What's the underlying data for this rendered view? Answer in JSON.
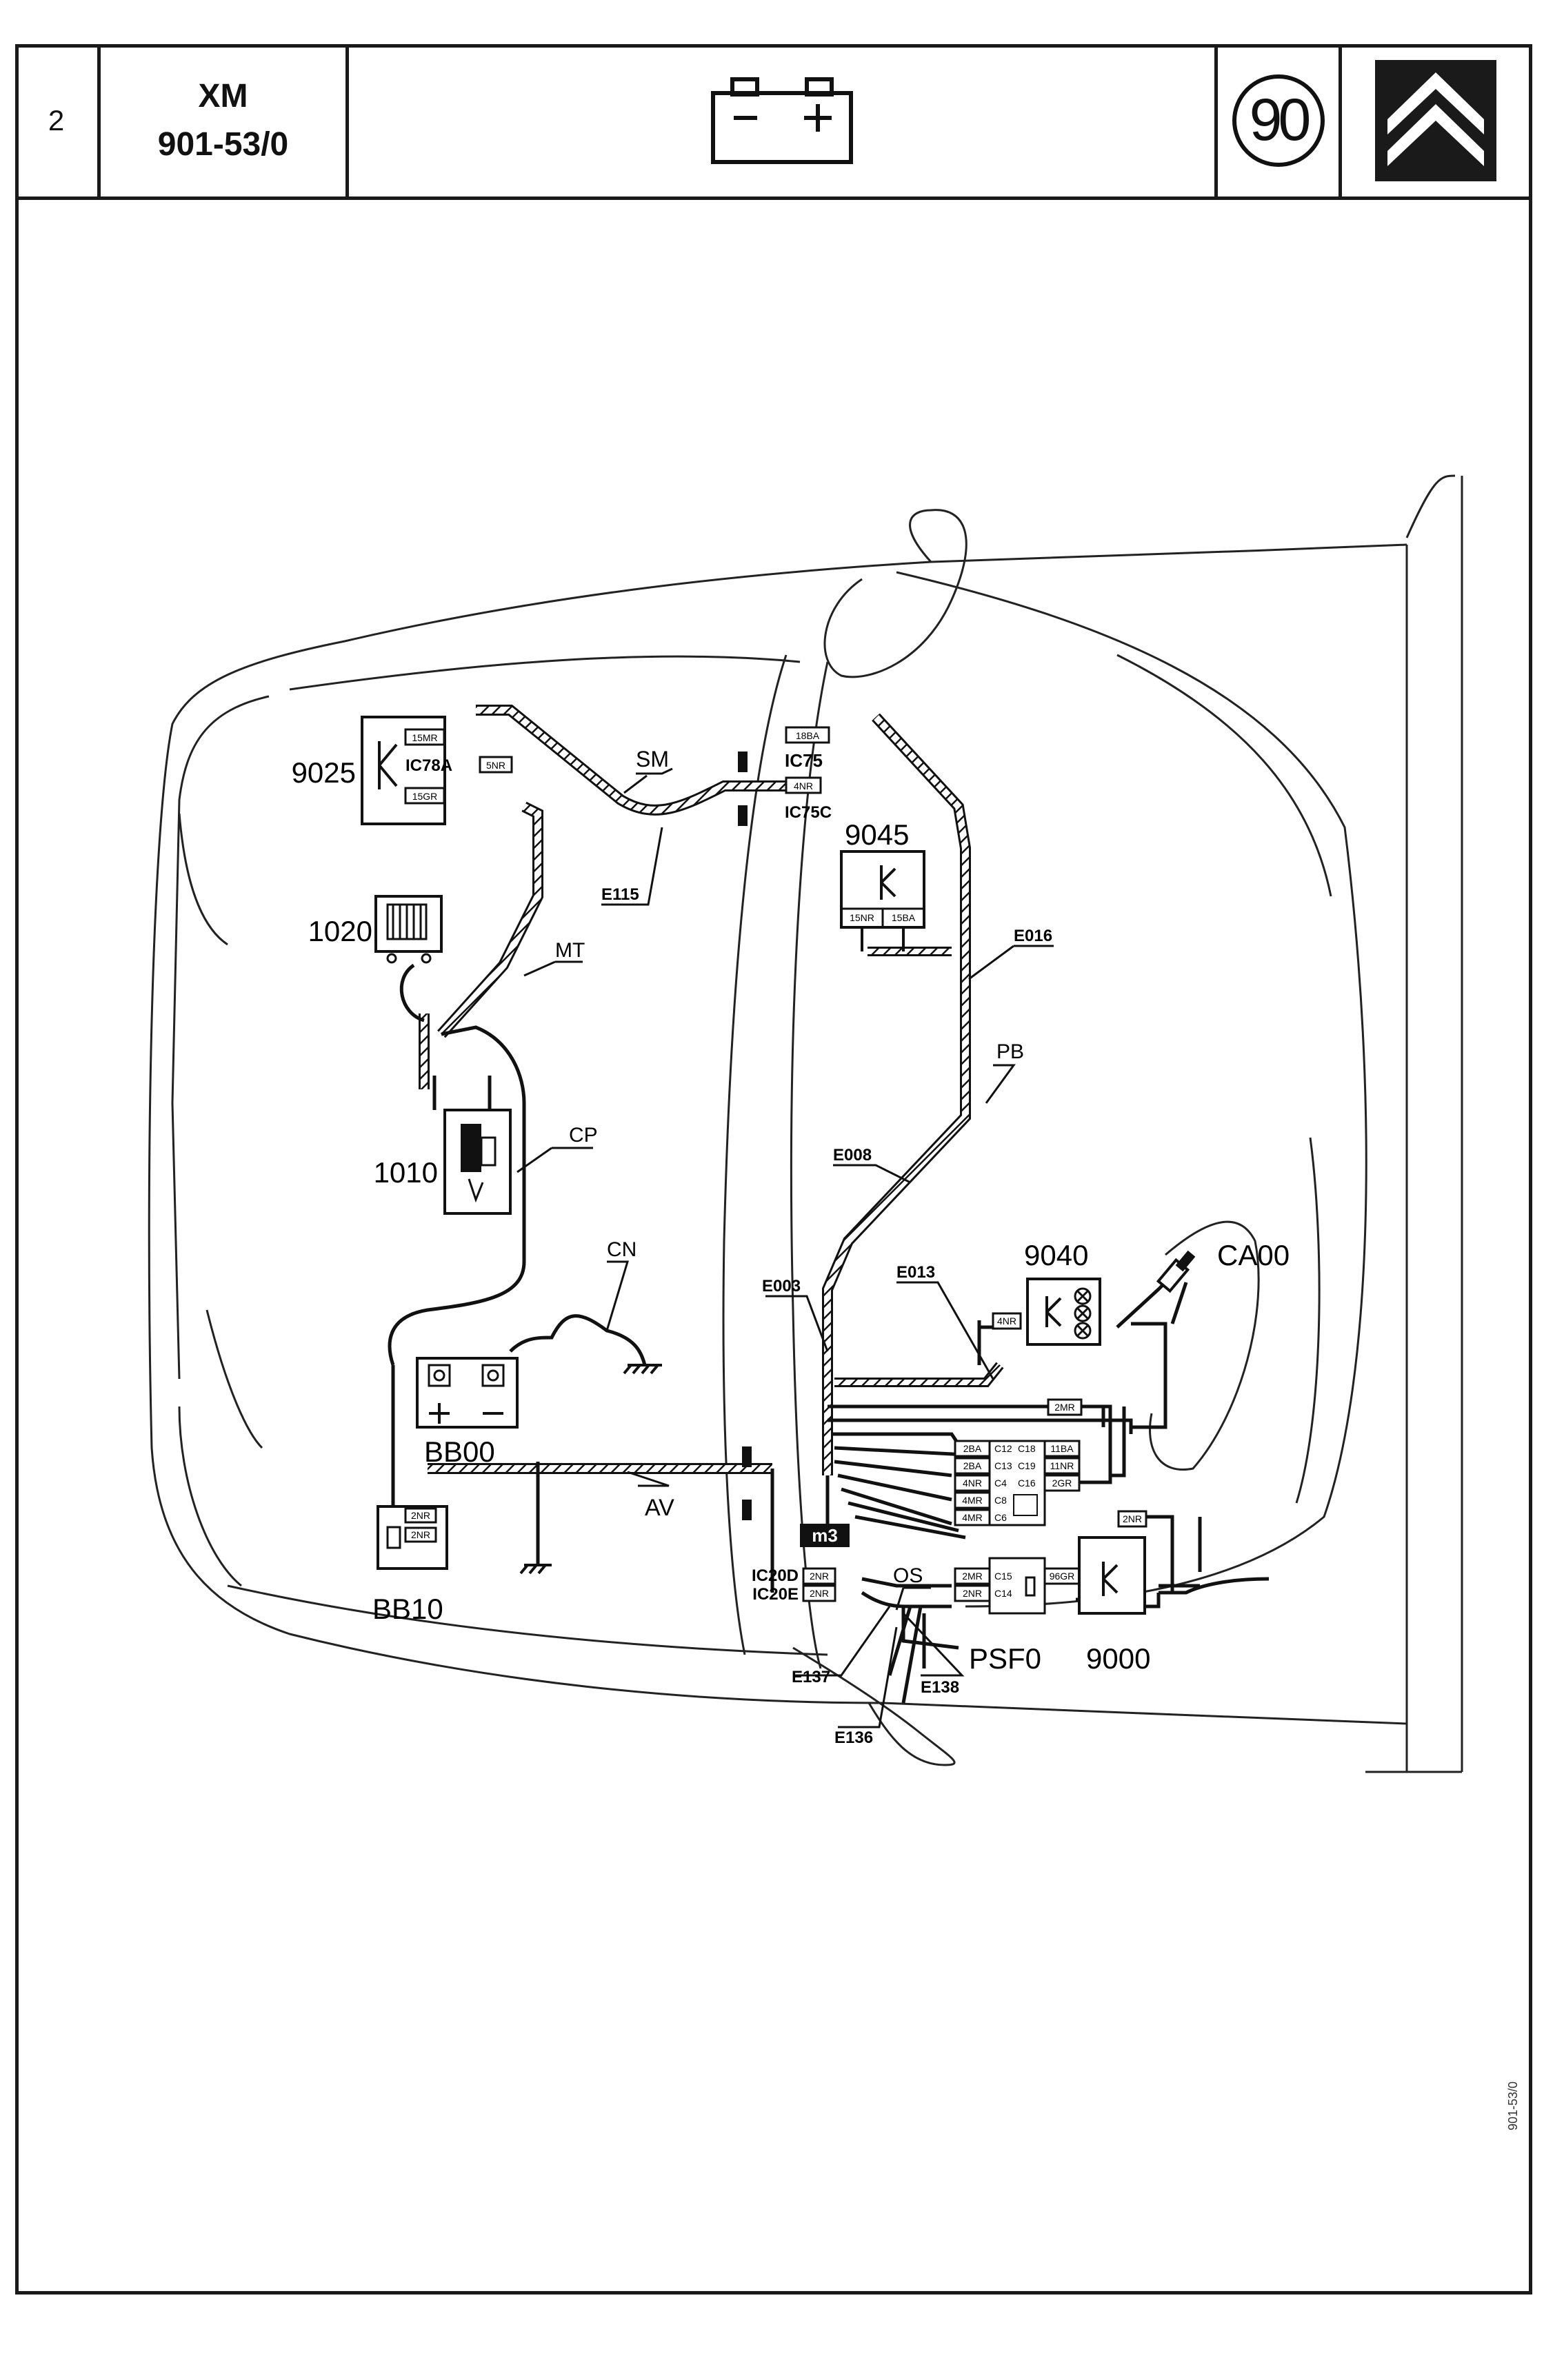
{
  "header": {
    "page_number": "2",
    "model": "XM",
    "doc_ref": "901-53/0",
    "battery_icon": "battery-icon",
    "code": "90",
    "logo": "citroen-double-chevron-logo"
  },
  "components": {
    "c9025": "9025",
    "c1020": "1020",
    "c1010": "1010",
    "c9045": "9045",
    "c9040": "9040",
    "cCA00": "CA00",
    "cBB00": "BB00",
    "cBB10": "BB10",
    "cPSF0": "PSF0",
    "c9000": "9000"
  },
  "harnesses": {
    "SM": "SM",
    "MT": "MT",
    "CP": "CP",
    "CN": "CN",
    "PB": "PB",
    "AV": "AV",
    "OS": "OS"
  },
  "connectors": {
    "IC78A": "IC78A",
    "IC75": "IC75",
    "IC75C": "IC75C",
    "IC20D": "IC20D",
    "IC20E": "IC20E"
  },
  "earth_points": {
    "E115": "E115",
    "E016": "E016",
    "E008": "E008",
    "E003": "E003",
    "E013": "E013",
    "E137": "E137",
    "E138": "E138",
    "E136": "E136"
  },
  "wire_tags": {
    "w15MR": "15MR",
    "w15GR": "15GR",
    "w5NR": "5NR",
    "w18BA": "18BA",
    "w4NR_a": "4NR",
    "w15NR": "15NR",
    "w15BA": "15BA",
    "w4NR_b": "4NR",
    "w2MR_a": "2MR",
    "w2BA_1": "2BA",
    "w2BA_2": "2BA",
    "w4NR_c": "4NR",
    "w4MR_1": "4MR",
    "w4MR_2": "4MR",
    "wC12": "C12",
    "wC13": "C13",
    "wC4": "C4",
    "wC8": "C8",
    "wC6": "C6",
    "wC18": "C18",
    "wC19": "C19",
    "wC16": "C16",
    "w11BA": "11BA",
    "w11NR": "11NR",
    "w2GR": "2GR",
    "w2NR_a": "2NR",
    "w2NR_b": "2NR",
    "w2NR_c": "2NR",
    "w2NR_d": "2NR",
    "w2NR_e": "2NR",
    "w2MR_b": "2MR",
    "w2NR_f": "2NR",
    "wC15": "C15",
    "wC14": "C14",
    "w96GR": "96GR"
  },
  "footer": {
    "side_ref": "901-53/0"
  }
}
